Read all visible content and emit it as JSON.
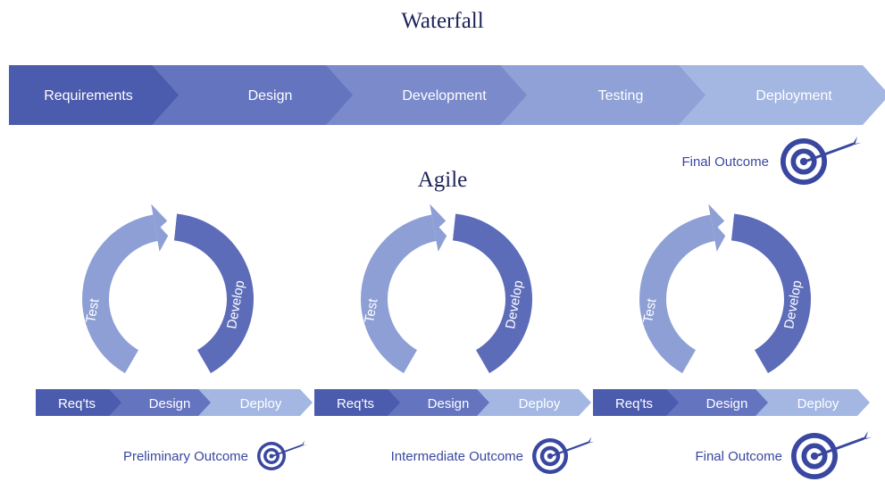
{
  "waterfall": {
    "title": "Waterfall",
    "stages": [
      "Requirements",
      "Design",
      "Development",
      "Testing",
      "Deployment"
    ],
    "outcome": "Final Outcome"
  },
  "agile": {
    "title": "Agile",
    "cycles": [
      {
        "arc_labels": [
          "Test",
          "Develop"
        ],
        "stages": [
          "Req'ts",
          "Design",
          "Deploy"
        ],
        "outcome": "Preliminary Outcome",
        "outcome_size": "small"
      },
      {
        "arc_labels": [
          "Test",
          "Develop"
        ],
        "stages": [
          "Req'ts",
          "Design",
          "Deploy"
        ],
        "outcome": "Intermediate Outcome",
        "outcome_size": "medium"
      },
      {
        "arc_labels": [
          "Test",
          "Develop"
        ],
        "stages": [
          "Req'ts",
          "Design",
          "Deploy"
        ],
        "outcome": "Final Outcome",
        "outcome_size": "large"
      }
    ]
  },
  "colors": {
    "title": "#1c2259",
    "outcome_text": "#3947a0",
    "target": "#3947a0",
    "stage_shades": [
      "#4b5bad",
      "#6474bf",
      "#7a8acb",
      "#8fa1d6",
      "#a4b7e3"
    ],
    "arc_left": "#8d9fd5",
    "arc_right": "#5c6cb9"
  }
}
